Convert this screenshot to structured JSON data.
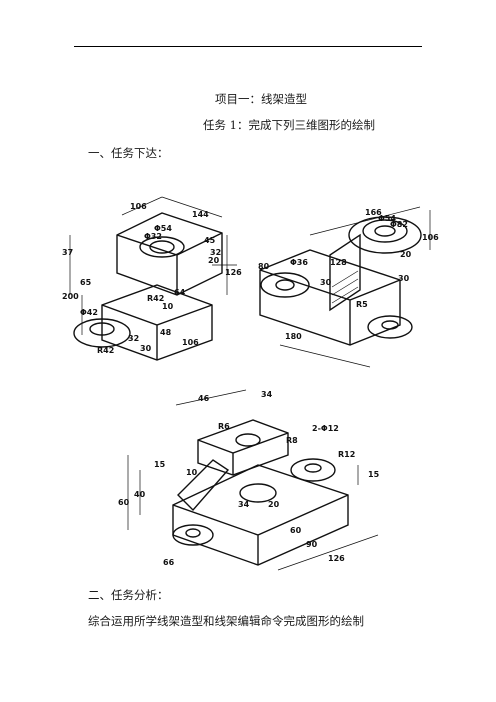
{
  "header": {
    "title": "项目一：线架造型",
    "subtitle": "任务 1：完成下列三维图形的绘制"
  },
  "sections": {
    "task_issue": "一、任务下达：",
    "task_analysis": "二、任务分析：",
    "analysis_text": "综合运用所学线架造型和线架编辑命令完成图形的绘制"
  },
  "drawings": {
    "fig1": [
      "106",
      "144",
      "37",
      "45",
      "32",
      "126",
      "200",
      "65",
      "64",
      "10",
      "48",
      "106",
      "R42",
      "32",
      "30",
      "Φ32",
      "Φ54",
      "20",
      "Φ42",
      "R42"
    ],
    "fig2": [
      "166",
      "106",
      "20",
      "30",
      "80",
      "128",
      "Φ36",
      "30",
      "180",
      "Φ54",
      "Φ82",
      "R5"
    ],
    "fig3": [
      "46",
      "34",
      "R6",
      "R8",
      "2-Φ12",
      "R12",
      "15",
      "60",
      "40",
      "10",
      "34",
      "20",
      "60",
      "90",
      "126",
      "66",
      "15"
    ]
  }
}
